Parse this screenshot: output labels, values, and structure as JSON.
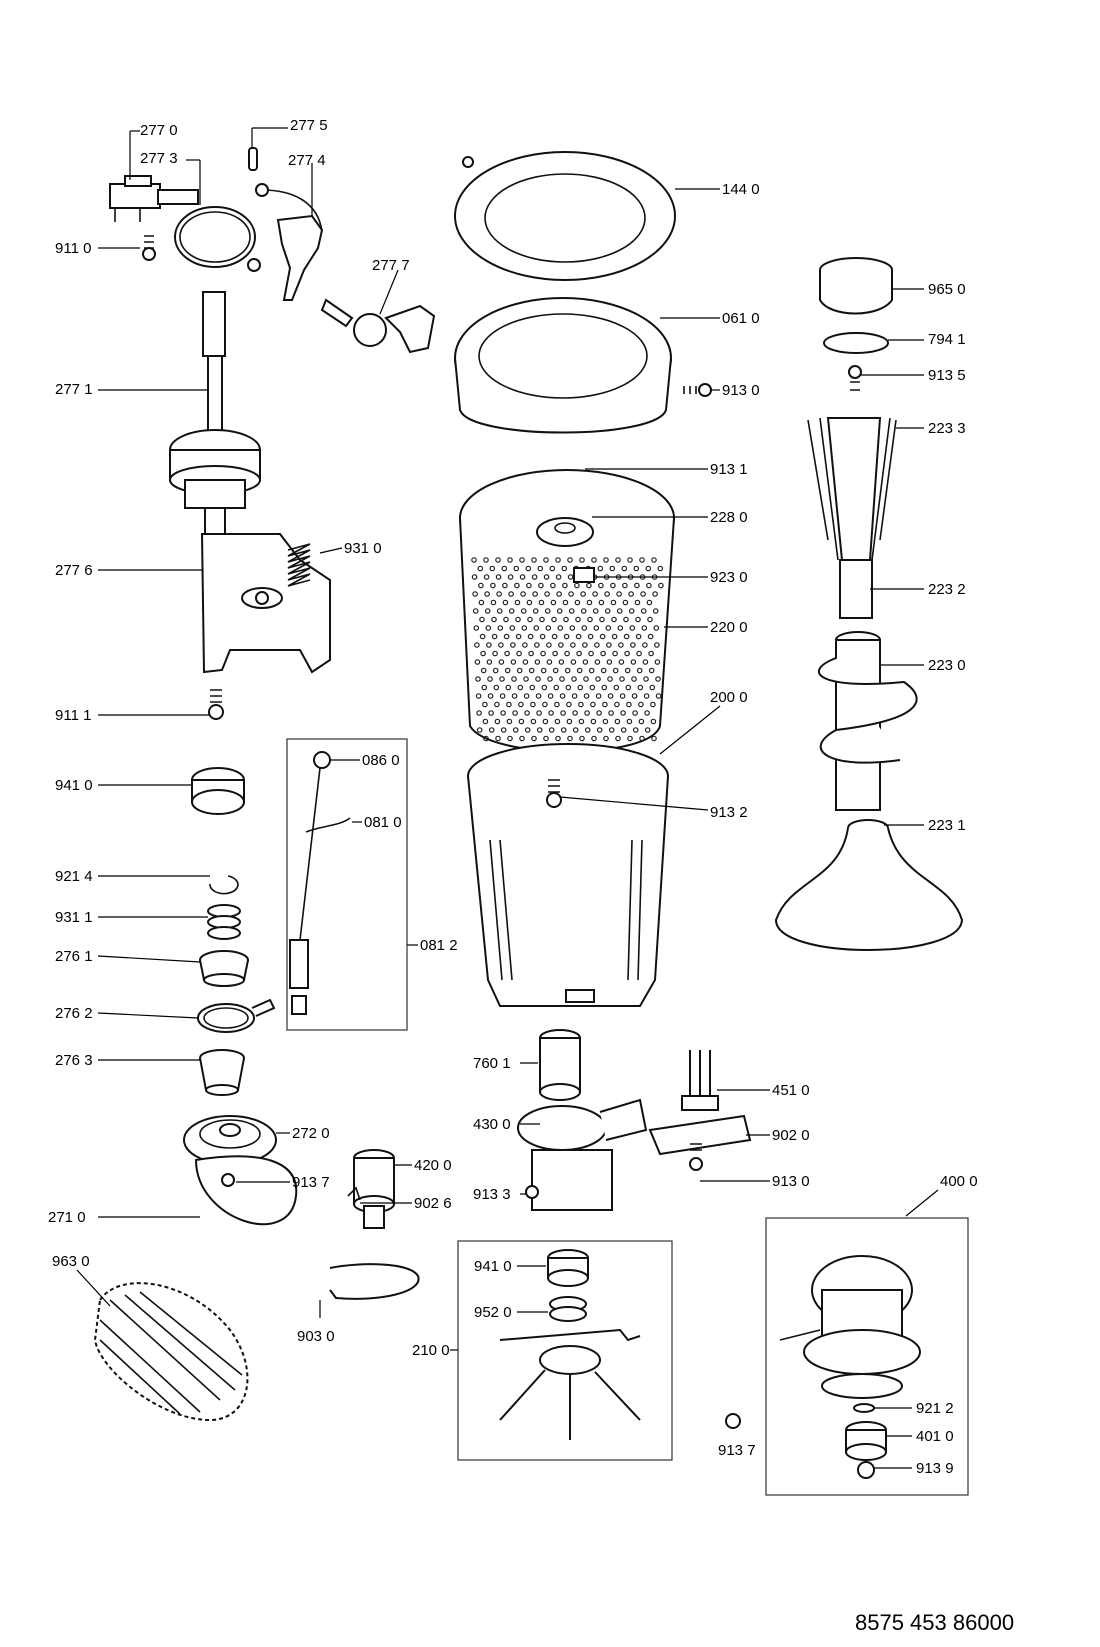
{
  "document_code": "8575  453  86000",
  "labels": [
    {
      "id": "c2770",
      "text": "277 0"
    },
    {
      "id": "c2775",
      "text": "277 5"
    },
    {
      "id": "c2773",
      "text": "277 3"
    },
    {
      "id": "c2774",
      "text": "277 4"
    },
    {
      "id": "c9110",
      "text": "911 0"
    },
    {
      "id": "c2777",
      "text": "277 7"
    },
    {
      "id": "c1440",
      "text": "144 0"
    },
    {
      "id": "c9650",
      "text": "965 0"
    },
    {
      "id": "c0610",
      "text": "061 0"
    },
    {
      "id": "c7941",
      "text": "794 1"
    },
    {
      "id": "c9135",
      "text": "913 5"
    },
    {
      "id": "c9130a",
      "text": "913 0"
    },
    {
      "id": "c2771",
      "text": "277 1"
    },
    {
      "id": "c2233",
      "text": "223 3"
    },
    {
      "id": "c9131",
      "text": "913 1"
    },
    {
      "id": "c2280",
      "text": "228 0"
    },
    {
      "id": "c9310",
      "text": "931 0"
    },
    {
      "id": "c2776",
      "text": "277 6"
    },
    {
      "id": "c9230",
      "text": "923 0"
    },
    {
      "id": "c2232",
      "text": "223 2"
    },
    {
      "id": "c2200",
      "text": "220 0"
    },
    {
      "id": "c2230",
      "text": "223 0"
    },
    {
      "id": "c9111",
      "text": "911 1"
    },
    {
      "id": "c2000",
      "text": "200 0"
    },
    {
      "id": "c0860",
      "text": "086 0"
    },
    {
      "id": "c9410a",
      "text": "941 0"
    },
    {
      "id": "c9132",
      "text": "913 2"
    },
    {
      "id": "c0810",
      "text": "081 0"
    },
    {
      "id": "c2231",
      "text": "223 1"
    },
    {
      "id": "c9214",
      "text": "921 4"
    },
    {
      "id": "c9311",
      "text": "931 1"
    },
    {
      "id": "c0812",
      "text": "081 2"
    },
    {
      "id": "c2761",
      "text": "276 1"
    },
    {
      "id": "c2762",
      "text": "276 2"
    },
    {
      "id": "c2763",
      "text": "276 3"
    },
    {
      "id": "c7601",
      "text": "760 1"
    },
    {
      "id": "c4510",
      "text": "451 0"
    },
    {
      "id": "c4300",
      "text": "430 0"
    },
    {
      "id": "c2720",
      "text": "272 0"
    },
    {
      "id": "c9020",
      "text": "902 0"
    },
    {
      "id": "c4200",
      "text": "420 0"
    },
    {
      "id": "c9137a",
      "text": "913 7"
    },
    {
      "id": "c9133",
      "text": "913 3"
    },
    {
      "id": "c9130b",
      "text": "913 0"
    },
    {
      "id": "c9026",
      "text": "902 6"
    },
    {
      "id": "c2710",
      "text": "271 0"
    },
    {
      "id": "c4000",
      "text": "400 0"
    },
    {
      "id": "c9630",
      "text": "963 0"
    },
    {
      "id": "c9410b",
      "text": "941 0"
    },
    {
      "id": "c9520",
      "text": "952 0"
    },
    {
      "id": "c9030",
      "text": "903 0"
    },
    {
      "id": "c2100",
      "text": "210 0"
    },
    {
      "id": "c9212",
      "text": "921 2"
    },
    {
      "id": "c9137b",
      "text": "913 7"
    },
    {
      "id": "c4010",
      "text": "401 0"
    },
    {
      "id": "c9139",
      "text": "913 9"
    }
  ]
}
